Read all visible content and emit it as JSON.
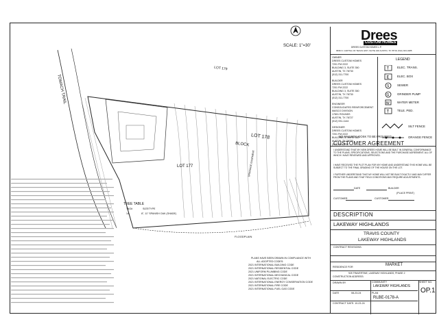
{
  "plan": {
    "scale": "SCALE: 1\"=30'",
    "street": "TOMACH TRAIL",
    "lot_main": "LOT 178",
    "block": "BLOCK",
    "lot_top": "LOT 179",
    "lot_bottom": "LOT 177",
    "floodplain": "FLOODPLAIN",
    "easement": "DRAINAGE EASEMENT",
    "mailbox_note": "NO MAILBOX-KIOSK TO BE PROVIDED"
  },
  "tree_table": {
    "title": "TREE TABLE",
    "col_tag": "TAG#",
    "col_size": "SIZE/TYPE",
    "rows": [
      {
        "tag": "14",
        "size": "8\", 11\" SPANISH OAK (SHADE)"
      }
    ]
  },
  "codes": [
    "PLANS HAVE BEEN DRAWN IN COMPLIANCE WITH",
    "ALL ADOPTED CODES:",
    "2021 INTERNATIONAL BUILDING CODE",
    "2021 INTERNATIONAL RESIDENTIAL CODE",
    "2021 UNIFORM PLUMBING CODE",
    "2021 INTERNATIONAL MECHANICAL CODE",
    "2021 NATIONAL ELECTRIC CODE",
    "2021 INTERNATIONAL ENERGY CONSERVATION CODE",
    "2021 INTERNATIONAL FIRE CODE",
    "2021 INTERNATIONAL FUEL GAS CODE"
  ],
  "brand": {
    "name": "Drees",
    "sub": "CUSTOM HOMES",
    "tagline": "DREES CUSTOM HOMES L.P.",
    "address": "6836 N. CAPITAL OF TEXAS HWY, SUITE 400 AUSTIN, TX 78731 (512) 943-4385"
  },
  "contacts": [
    {
      "role": "OWNER",
      "lines": [
        "DREES CUSTOM HOMES",
        "7201 FM 2222",
        "BUILDING 3, SUITE 350",
        "AUSTIN, TX 78730",
        "(512) 311-7700"
      ]
    },
    {
      "role": "BUILDER",
      "lines": [
        "DREES CUSTOM HOMES",
        "7201 FM 2222",
        "BUILDING 3, SUITE 350",
        "AUSTIN, TX 78730",
        "(512) 311-7700"
      ]
    },
    {
      "role": "ENGINEER",
      "lines": [
        "CONSOLIDATED REINFORCEMENT",
        "MASCO DIVISION",
        "17801 ROUNDS",
        "AUSTIN, TX 78727",
        "(512) 931-1144"
      ]
    },
    {
      "role": "DESIGNER",
      "lines": [
        "DREES CUSTOM HOMES",
        "7201 FM 2222",
        "BUILDING 3, SUITE 350",
        "AUSTIN, TX 78730",
        "(512) 311-7700"
      ]
    }
  ],
  "legend": {
    "title": "LEGEND",
    "items": [
      "ELEC. TRANS.",
      "ELEC. BOX",
      "SEWER",
      "GRINDER PUMP",
      "WATER METER",
      "TELE. PED."
    ],
    "silt": "SILT FENCE",
    "orange": "ORANGE FENCE"
  },
  "agreement": {
    "title": "CUSTOMER AGREEMENT",
    "p1": "I UNDERSTAND THAT MY NEW DREES HOME WILL BE BUILT IN GENERAL CONFORMANCE TO THE PLANS, SPECIFICATIONS, SELECTIONS AND THE PURCHASE AGREEMENT. ALL OF WHICH I HAVE REVIEWED AND APPROVED.",
    "p2": "I HAVE RECEIVED THE PLOT PLAN FOR MY HOME AND UNDERSTAND THIS HOME WILL BE SUBJECT TO THE FINAL GRADING OF THE HOUSE ON THE LOT.",
    "p3": "I FURTHER UNDERSTAND THAT MY HOME WILL NOT BE BUILT EXACTLY AND MAY DIFFER FROM THE PLANS AND THAT FIELD CONDITIONS MAY REQUIRE ADJUSTMENTS.",
    "date": "DATE",
    "builder": "BUILDER",
    "place": "(PLACE PRINT)",
    "customer": "CUSTOMER",
    "customer2": "CUSTOMER"
  },
  "description": {
    "title": "DESCRIPTION",
    "subdivision": "LAKEWAY HIGHLANDS",
    "county": "TRAVIS COUNTY",
    "city": "LAKEWAY HIGHLANDS"
  },
  "titleblock": {
    "contract": "CONTRACT REVISIONS:",
    "residence_label": "RESIDENCE FOR",
    "residence": "MARKET",
    "address": "925 TRAVERTINE, LAKEWAY HIGHLANDS, PHASE 2",
    "construction": "CONSTRUCTION ADDRESS:",
    "drawn": "DRAWN BY",
    "community_label": "COMMUNITY",
    "community": "LAKEWAY HIGHLANDS",
    "date_label": "DATE",
    "date": "08-23-24",
    "plan_label": "PLAN",
    "plan": "RLBE-0178-A",
    "sheet_label": "SHEET NO.",
    "sheet": "OP.1",
    "contract_date": "CONTRACT DATE: 10-23-24"
  }
}
